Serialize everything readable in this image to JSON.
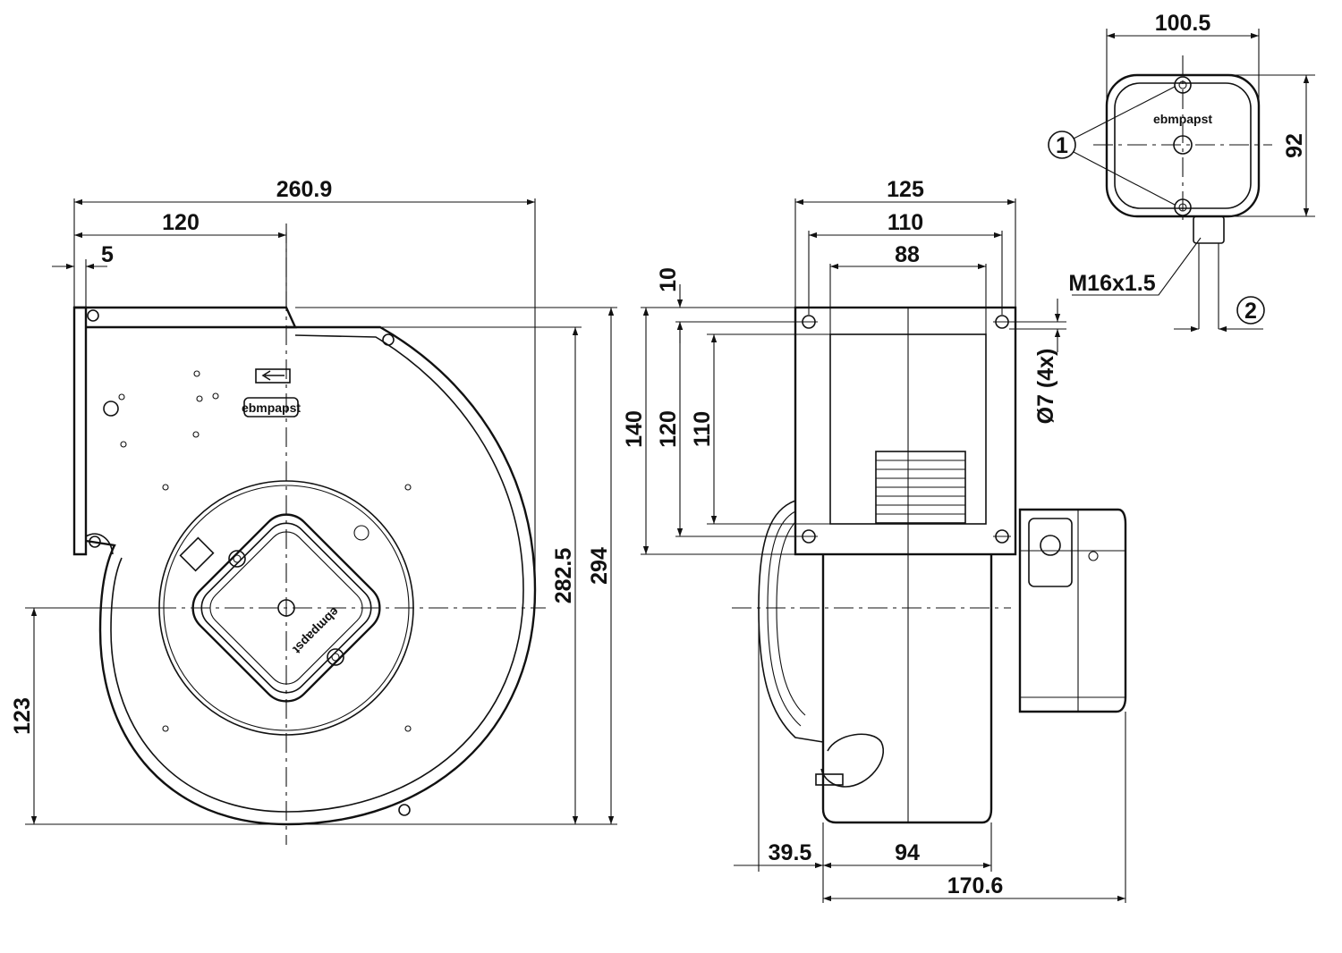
{
  "front_view": {
    "dims": {
      "overall_width": "260.9",
      "center_offset": "120",
      "flange_thickness": "5",
      "housing_height": "282.5",
      "overall_height": "294",
      "axis_height": "123"
    },
    "logo": "ebmpapst",
    "motor_logo": "ebmpapst"
  },
  "side_view": {
    "dims": {
      "flange_width": "125",
      "hole_spacing_h": "110",
      "outlet_width": "88",
      "flange_edge": "10",
      "flange_height": "140",
      "hole_spacing_v": "120",
      "outlet_height": "110",
      "hole_diameter": "Ø7 (4x)",
      "inlet_offset": "39.5",
      "housing_depth": "94",
      "overall_depth": "170.6"
    }
  },
  "terminal_box": {
    "dims": {
      "width": "100.5",
      "height": "92",
      "thread": "M16x1.5"
    },
    "logo": "ebmpapst",
    "callouts": [
      "1",
      "2"
    ]
  }
}
